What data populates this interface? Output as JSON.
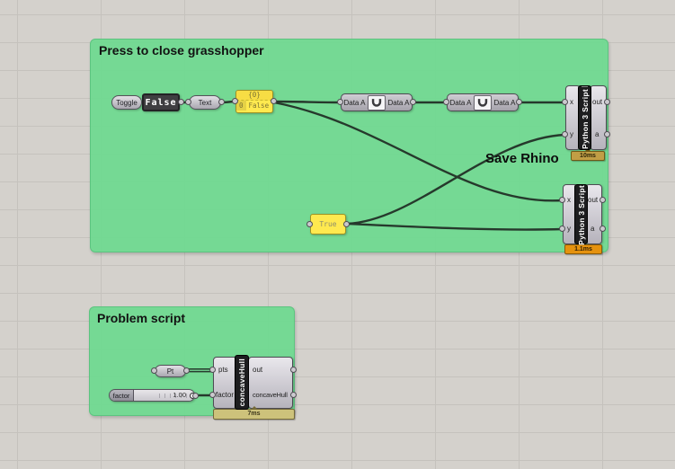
{
  "groups": {
    "press_to_close": {
      "title": "Press to close grasshopper"
    },
    "problem_script": {
      "title": "Problem script"
    }
  },
  "annotations": {
    "save_rhino": "Save Rhino"
  },
  "components": {
    "toggle": {
      "label": "Toggle",
      "value": "False"
    },
    "text_param": {
      "label": "Text"
    },
    "false_panel": {
      "header": "{0}",
      "index": "0",
      "value": "False"
    },
    "data_dam_1": {
      "input_label": "Data A",
      "output_label": "Data A"
    },
    "data_dam_2": {
      "input_label": "Data A",
      "output_label": "Data A"
    },
    "python_script_1": {
      "title": "Python 3 Script",
      "inputs": [
        "x",
        "y"
      ],
      "outputs": [
        "out",
        "a"
      ],
      "runtime": "10ms"
    },
    "python_script_2": {
      "title": "Python 3 Script",
      "inputs": [
        "x",
        "y"
      ],
      "outputs": [
        "out",
        "a"
      ],
      "runtime": "1.1ms"
    },
    "true_panel": {
      "value": "True"
    },
    "pt_param": {
      "label": "Pt"
    },
    "factor_slider": {
      "label": "factor",
      "value": "1.00"
    },
    "concave_hull": {
      "title": "concaveHull",
      "inputs": [
        "pts",
        "factor"
      ],
      "outputs": [
        "out",
        "concaveHull"
      ],
      "runtime": "7ms"
    }
  },
  "colors": {
    "canvas": "#d4d1cc",
    "grid_line": "#c5c2bd",
    "group_green": "#6ed991",
    "panel_yellow": "#ffe94f",
    "wire": "#26392c",
    "badge_tan": "#c19e45",
    "badge_orange": "#e5920f",
    "badge_olive": "#cdc27b"
  }
}
